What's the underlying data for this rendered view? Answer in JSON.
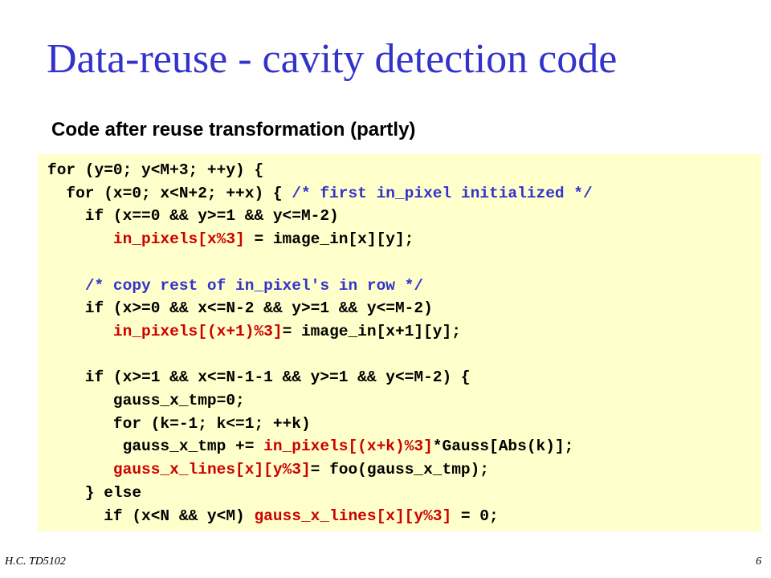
{
  "slide": {
    "title": "Data-reuse - cavity detection code",
    "subtitle": "Code after reuse transformation (partly)",
    "footer_left": "H.C.  TD5102",
    "page_number": "6"
  },
  "colors": {
    "title": "#3333cc",
    "code_background": "#ffffcc",
    "highlight_red": "#cc0000",
    "comment_blue": "#3333cc"
  },
  "code_lines": [
    {
      "segments": [
        {
          "t": "for (y=0; y<M+3; ++y) {",
          "c": "black"
        }
      ]
    },
    {
      "segments": [
        {
          "t": "  for (x=0; x<N+2; ++x) { ",
          "c": "black"
        },
        {
          "t": "/* first in_pixel initialized */",
          "c": "blue"
        }
      ]
    },
    {
      "segments": [
        {
          "t": "    if (x==0 && y>=1 && y<=M-2)",
          "c": "black"
        }
      ]
    },
    {
      "segments": [
        {
          "t": "       ",
          "c": "black"
        },
        {
          "t": "in_pixels[x%3]",
          "c": "red"
        },
        {
          "t": " = image_in[x][y];",
          "c": "black"
        }
      ]
    },
    {
      "segments": []
    },
    {
      "segments": [
        {
          "t": "    ",
          "c": "black"
        },
        {
          "t": "/* copy rest of in_pixel's in row */",
          "c": "blue"
        }
      ]
    },
    {
      "segments": [
        {
          "t": "    if (x>=0 && x<=N-2 && y>=1 && y<=M-2)",
          "c": "black"
        }
      ]
    },
    {
      "segments": [
        {
          "t": "       ",
          "c": "black"
        },
        {
          "t": "in_pixels[(x+1)%3]",
          "c": "red"
        },
        {
          "t": "= image_in[x+1][y];",
          "c": "black"
        }
      ]
    },
    {
      "segments": []
    },
    {
      "segments": [
        {
          "t": "    if (x>=1 && x<=N-1-1 && y>=1 && y<=M-2) {",
          "c": "black"
        }
      ]
    },
    {
      "segments": [
        {
          "t": "       gauss_x_tmp=0;",
          "c": "black"
        }
      ]
    },
    {
      "segments": [
        {
          "t": "       for (k=-1; k<=1; ++k)",
          "c": "black"
        }
      ]
    },
    {
      "segments": [
        {
          "t": "        gauss_x_tmp += ",
          "c": "black"
        },
        {
          "t": "in_pixels[(x+k)%3]",
          "c": "red"
        },
        {
          "t": "*Gauss[Abs(k)];",
          "c": "black"
        }
      ]
    },
    {
      "segments": [
        {
          "t": "       ",
          "c": "black"
        },
        {
          "t": "gauss_x_lines[x][y%3]",
          "c": "red"
        },
        {
          "t": "= foo(gauss_x_tmp);",
          "c": "black"
        }
      ]
    },
    {
      "segments": [
        {
          "t": "    } else",
          "c": "black"
        }
      ]
    },
    {
      "segments": [
        {
          "t": "      if (x<N && y<M) ",
          "c": "black"
        },
        {
          "t": "gauss_x_lines[x][y%3]",
          "c": "red"
        },
        {
          "t": " = 0;",
          "c": "black"
        }
      ]
    }
  ]
}
